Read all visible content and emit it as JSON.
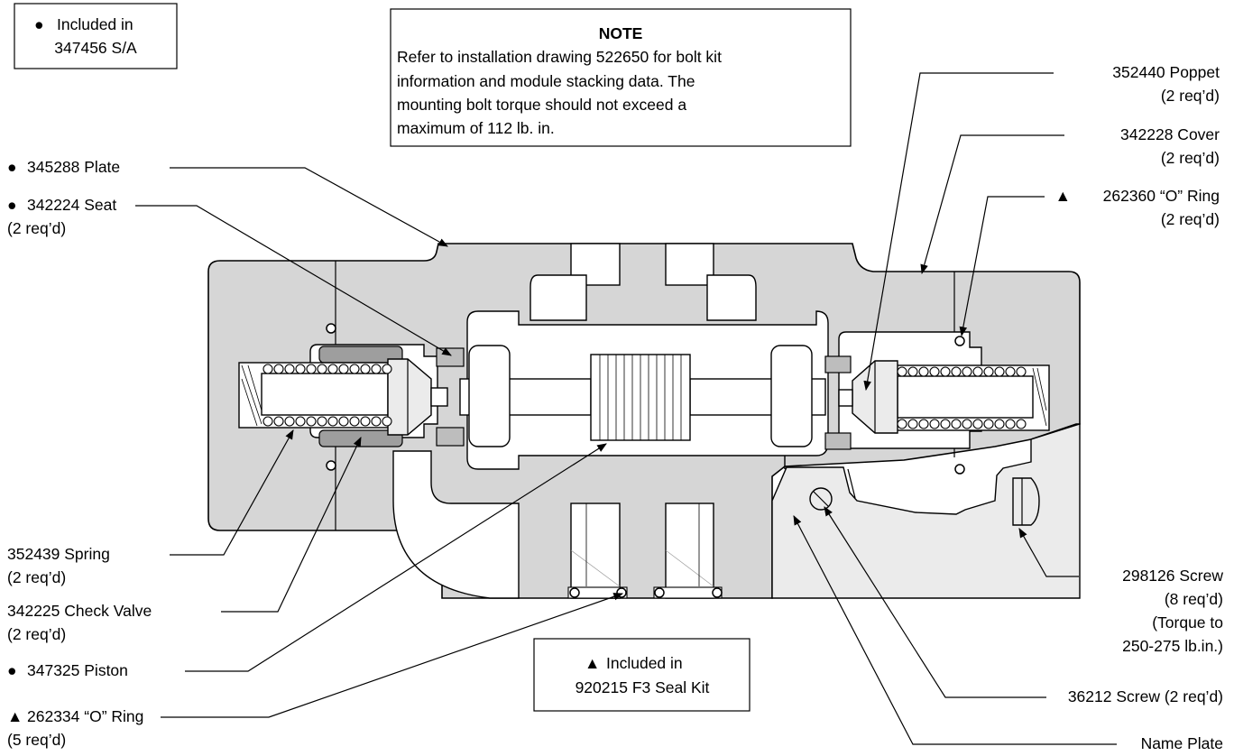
{
  "legend_sa": {
    "symbol": "●",
    "line1": "Included in",
    "line2": "347456 S/A"
  },
  "legend_seal": {
    "symbol": "▲",
    "line1": "Included in",
    "line2": "920215 F3 Seal Kit"
  },
  "note": {
    "title": "NOTE",
    "lines": [
      "Refer to installation drawing 522650 for bolt kit",
      "information and module stacking data. The",
      "mounting bolt torque should not exceed a",
      "maximum of 112 lb. in."
    ]
  },
  "callouts_left": [
    {
      "symbol": "●",
      "text": "345288 Plate",
      "sub": ""
    },
    {
      "symbol": "●",
      "text": "342224 Seat",
      "sub": "(2 req’d)"
    },
    {
      "symbol": "",
      "text": "352439 Spring",
      "sub": "(2 req’d)"
    },
    {
      "symbol": "",
      "text": "342225 Check Valve",
      "sub": "(2 req’d)"
    },
    {
      "symbol": "●",
      "text": "347325 Piston",
      "sub": ""
    },
    {
      "symbol": "▲",
      "text": "262334 “O” Ring",
      "sub": "(5 req’d)"
    }
  ],
  "callouts_right": [
    {
      "symbol": "",
      "text": "352440 Poppet",
      "sub": "(2 req’d)"
    },
    {
      "symbol": "",
      "text": "342228 Cover",
      "sub": "(2 req’d)"
    },
    {
      "symbol": "▲",
      "text": "262360 “O” Ring",
      "sub": "(2 req’d)"
    },
    {
      "symbol": "",
      "text": "298126 Screw",
      "sub": "(8 req’d)",
      "sub2": "(Torque to",
      "sub3": "250-275 lb.in.)"
    },
    {
      "symbol": "",
      "text": "36212 Screw (2 req’d)",
      "sub": ""
    },
    {
      "symbol": "",
      "text": "Name Plate",
      "sub": ""
    }
  ]
}
